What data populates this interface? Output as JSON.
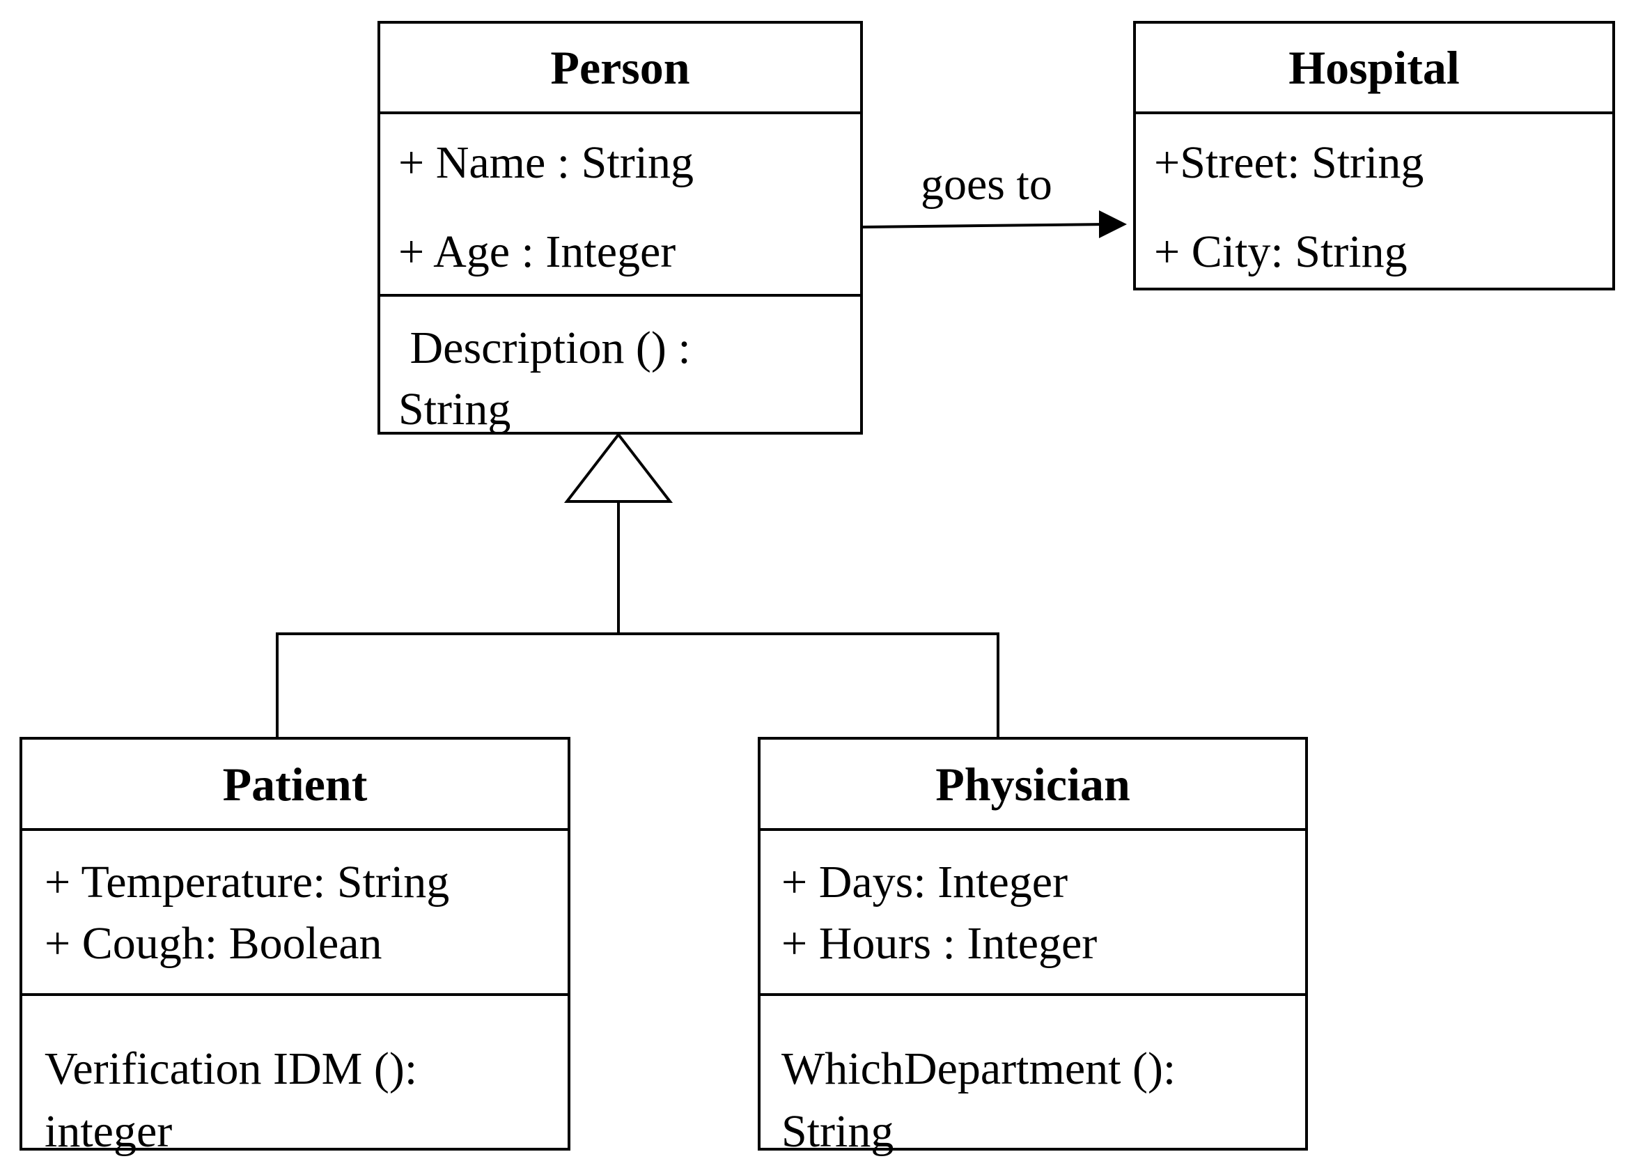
{
  "classes": {
    "person": {
      "name": "Person",
      "attributes": [
        "+ Name : String",
        "+ Age : Integer"
      ],
      "operations": [
        " Description () :",
        "String"
      ]
    },
    "hospital": {
      "name": "Hospital",
      "attributes": [
        "+Street: String",
        "+ City: String"
      ]
    },
    "patient": {
      "name": "Patient",
      "attributes": [
        "+ Temperature: String",
        "+ Cough: Boolean"
      ],
      "operations": [
        "Verification IDM ():",
        "integer"
      ]
    },
    "physician": {
      "name": "Physician",
      "attributes": [
        "+ Days: Integer",
        "+ Hours : Integer"
      ],
      "operations": [
        "WhichDepartment ():",
        "String"
      ]
    }
  },
  "relationships": {
    "association": {
      "label": "goes to",
      "from": "Person",
      "to": "Hospital"
    },
    "generalization": {
      "parent": "Person",
      "children": [
        "Patient",
        "Physician"
      ]
    }
  }
}
